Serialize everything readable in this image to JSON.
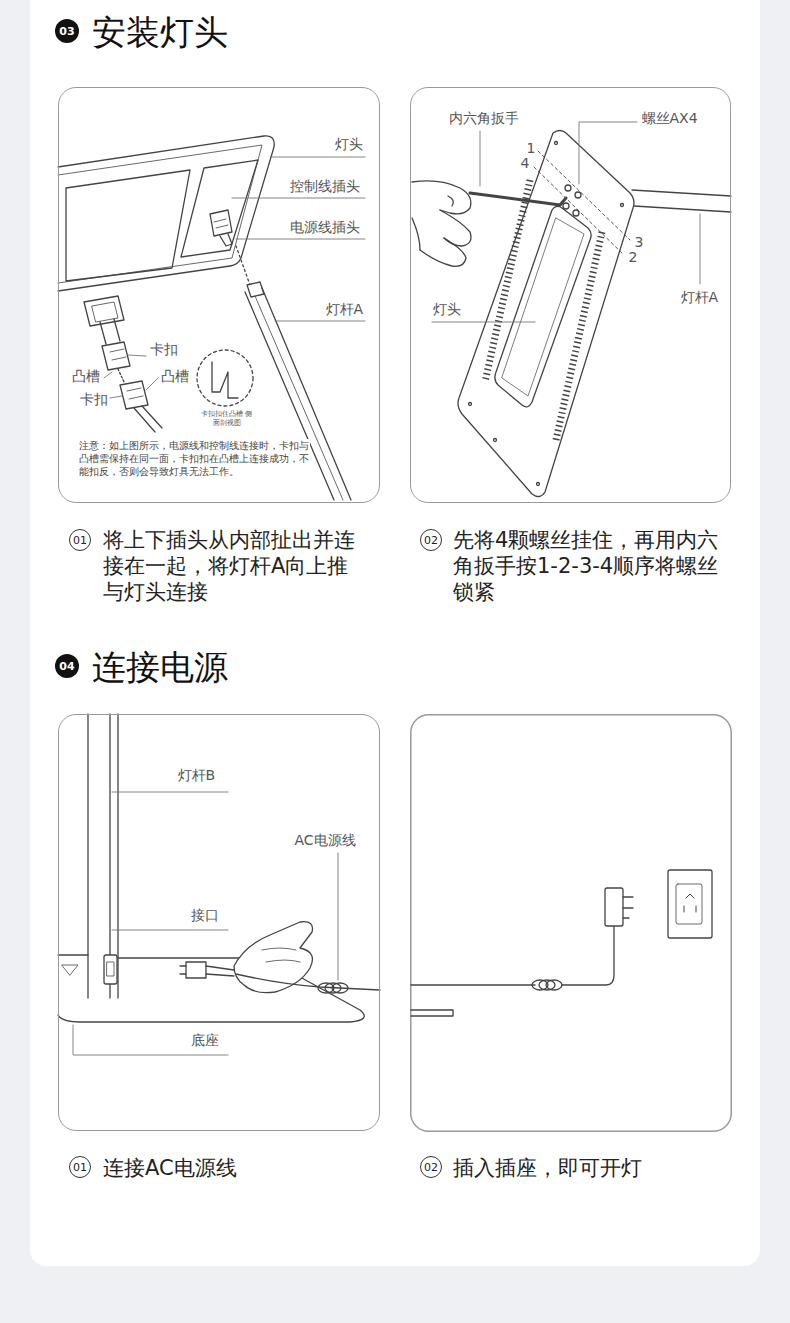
{
  "diagram": {
    "nodes": [
      {
        "text": [
          "03"
        ]
      },
      {
        "text": [
          "灯头",
          "控制线插头",
          "电源线插头",
          "灯杆A",
          "卡扣",
          "凸槽",
          "凸槽",
          "卡扣",
          "卡扣扣住凸槽 侧面剖视图",
          "注意：如上图所示，电源线和控制线连接时，卡扣与凸槽需保持在同一面，卡扣扣在凸槽上连接成功，不能扣反，否则会导致灯具无法工作。"
        ]
      },
      {
        "text": [
          "内六角扳手",
          "螺丝AX4",
          "1",
          "4",
          "3",
          "2",
          "灯头",
          "灯杆A"
        ]
      },
      {
        "text": [
          "01"
        ]
      },
      {
        "text": [
          "02"
        ]
      },
      {
        "text": [
          "04"
        ]
      },
      {
        "text": [
          "灯杆B",
          "AC电源线",
          "接口",
          "底座"
        ]
      },
      {
        "text": [
          "01"
        ]
      },
      {
        "text": [
          "02"
        ]
      }
    ],
    "labels": [
      "安装灯头",
      "将上下插头从内部扯出并连接在一起，将灯杆A向上推与灯头连接",
      "先将4颗螺丝挂住，再用内六角扳手按1-2-3-4顺序将螺丝锁紧",
      "连接电源",
      "连接AC电源线",
      "插入插座，即可开灯"
    ]
  }
}
